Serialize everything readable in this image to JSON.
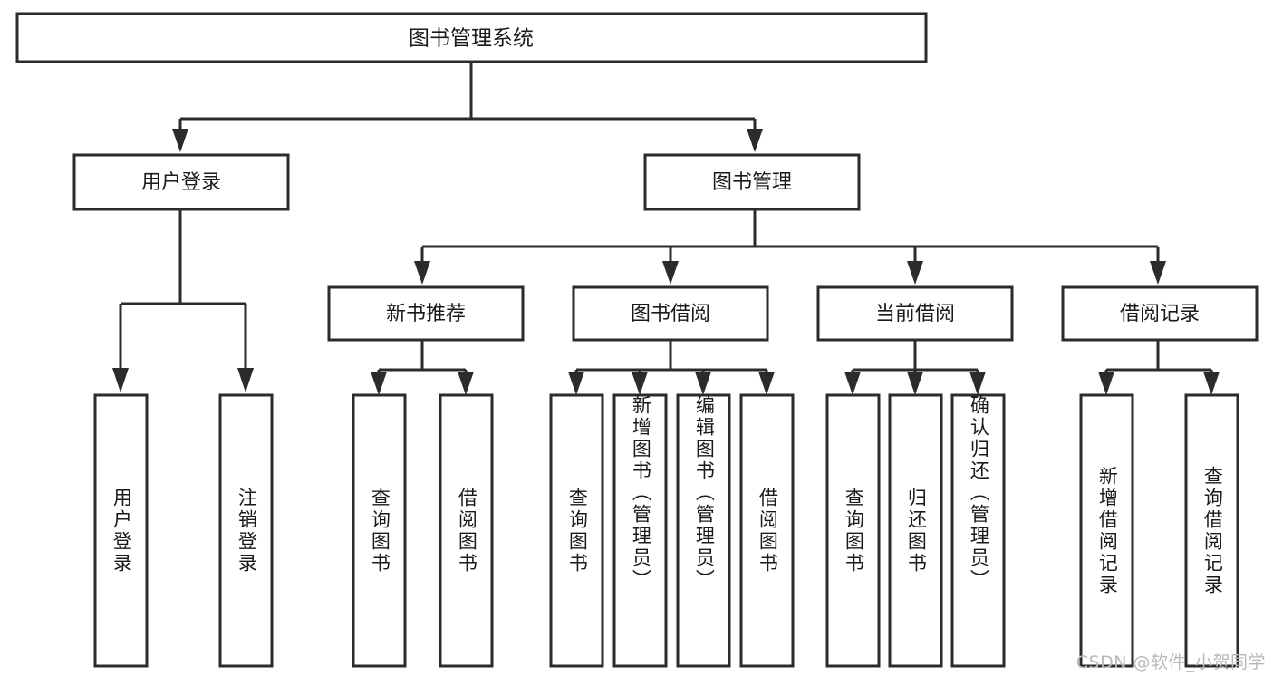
{
  "diagram": {
    "title": "图书管理系统",
    "type": "tree",
    "watermark": "CSDN @软件_小贺同学",
    "colors": {
      "box_stroke": "#2b2b2b",
      "box_fill": "#ffffff",
      "line": "#2b2b2b",
      "text": "#1a1a1a",
      "watermark": "#b9b9b9",
      "background": "#ffffff"
    },
    "root": {
      "label": "图书管理系统"
    },
    "level2": [
      {
        "label": "用户登录"
      },
      {
        "label": "图书管理"
      }
    ],
    "level3": [
      {
        "label": "新书推荐",
        "parent": "图书管理"
      },
      {
        "label": "图书借阅",
        "parent": "图书管理"
      },
      {
        "label": "当前借阅",
        "parent": "图书管理"
      },
      {
        "label": "借阅记录",
        "parent": "图书管理"
      }
    ],
    "leaves": {
      "user_login": [
        {
          "label": "用户登录"
        },
        {
          "label": "注销登录"
        }
      ],
      "new_book_recommend": [
        {
          "label": "查询图书"
        },
        {
          "label": "借阅图书"
        }
      ],
      "book_borrow": [
        {
          "label": "查询图书"
        },
        {
          "label": "新增图书（管理员）"
        },
        {
          "label": "编辑图书（管理员）"
        },
        {
          "label": "借阅图书"
        }
      ],
      "current_borrow": [
        {
          "label": "查询图书"
        },
        {
          "label": "归还图书"
        },
        {
          "label": "确认归还（管理员）"
        }
      ],
      "borrow_record": [
        {
          "label": "新增借阅记录"
        },
        {
          "label": "查询借阅记录"
        }
      ]
    }
  }
}
